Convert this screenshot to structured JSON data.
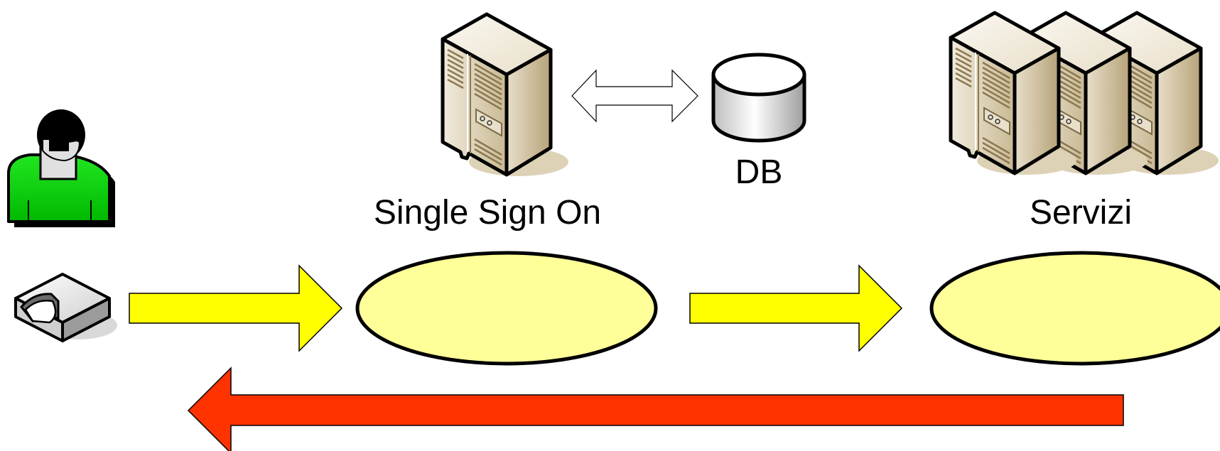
{
  "labels": {
    "sso": "Single Sign On",
    "db": "DB",
    "services": "Servizi"
  },
  "colors": {
    "person_shirt": "#00cc00",
    "forward_arrow": "#ffff00",
    "return_arrow": "#ff3300",
    "ellipse_fill": "#ffff99",
    "server_body": "#e2d7bd"
  },
  "icons": [
    "person-icon",
    "card-reader-icon",
    "server-icon",
    "database-icon",
    "server-cluster-icon",
    "double-arrow-icon"
  ]
}
